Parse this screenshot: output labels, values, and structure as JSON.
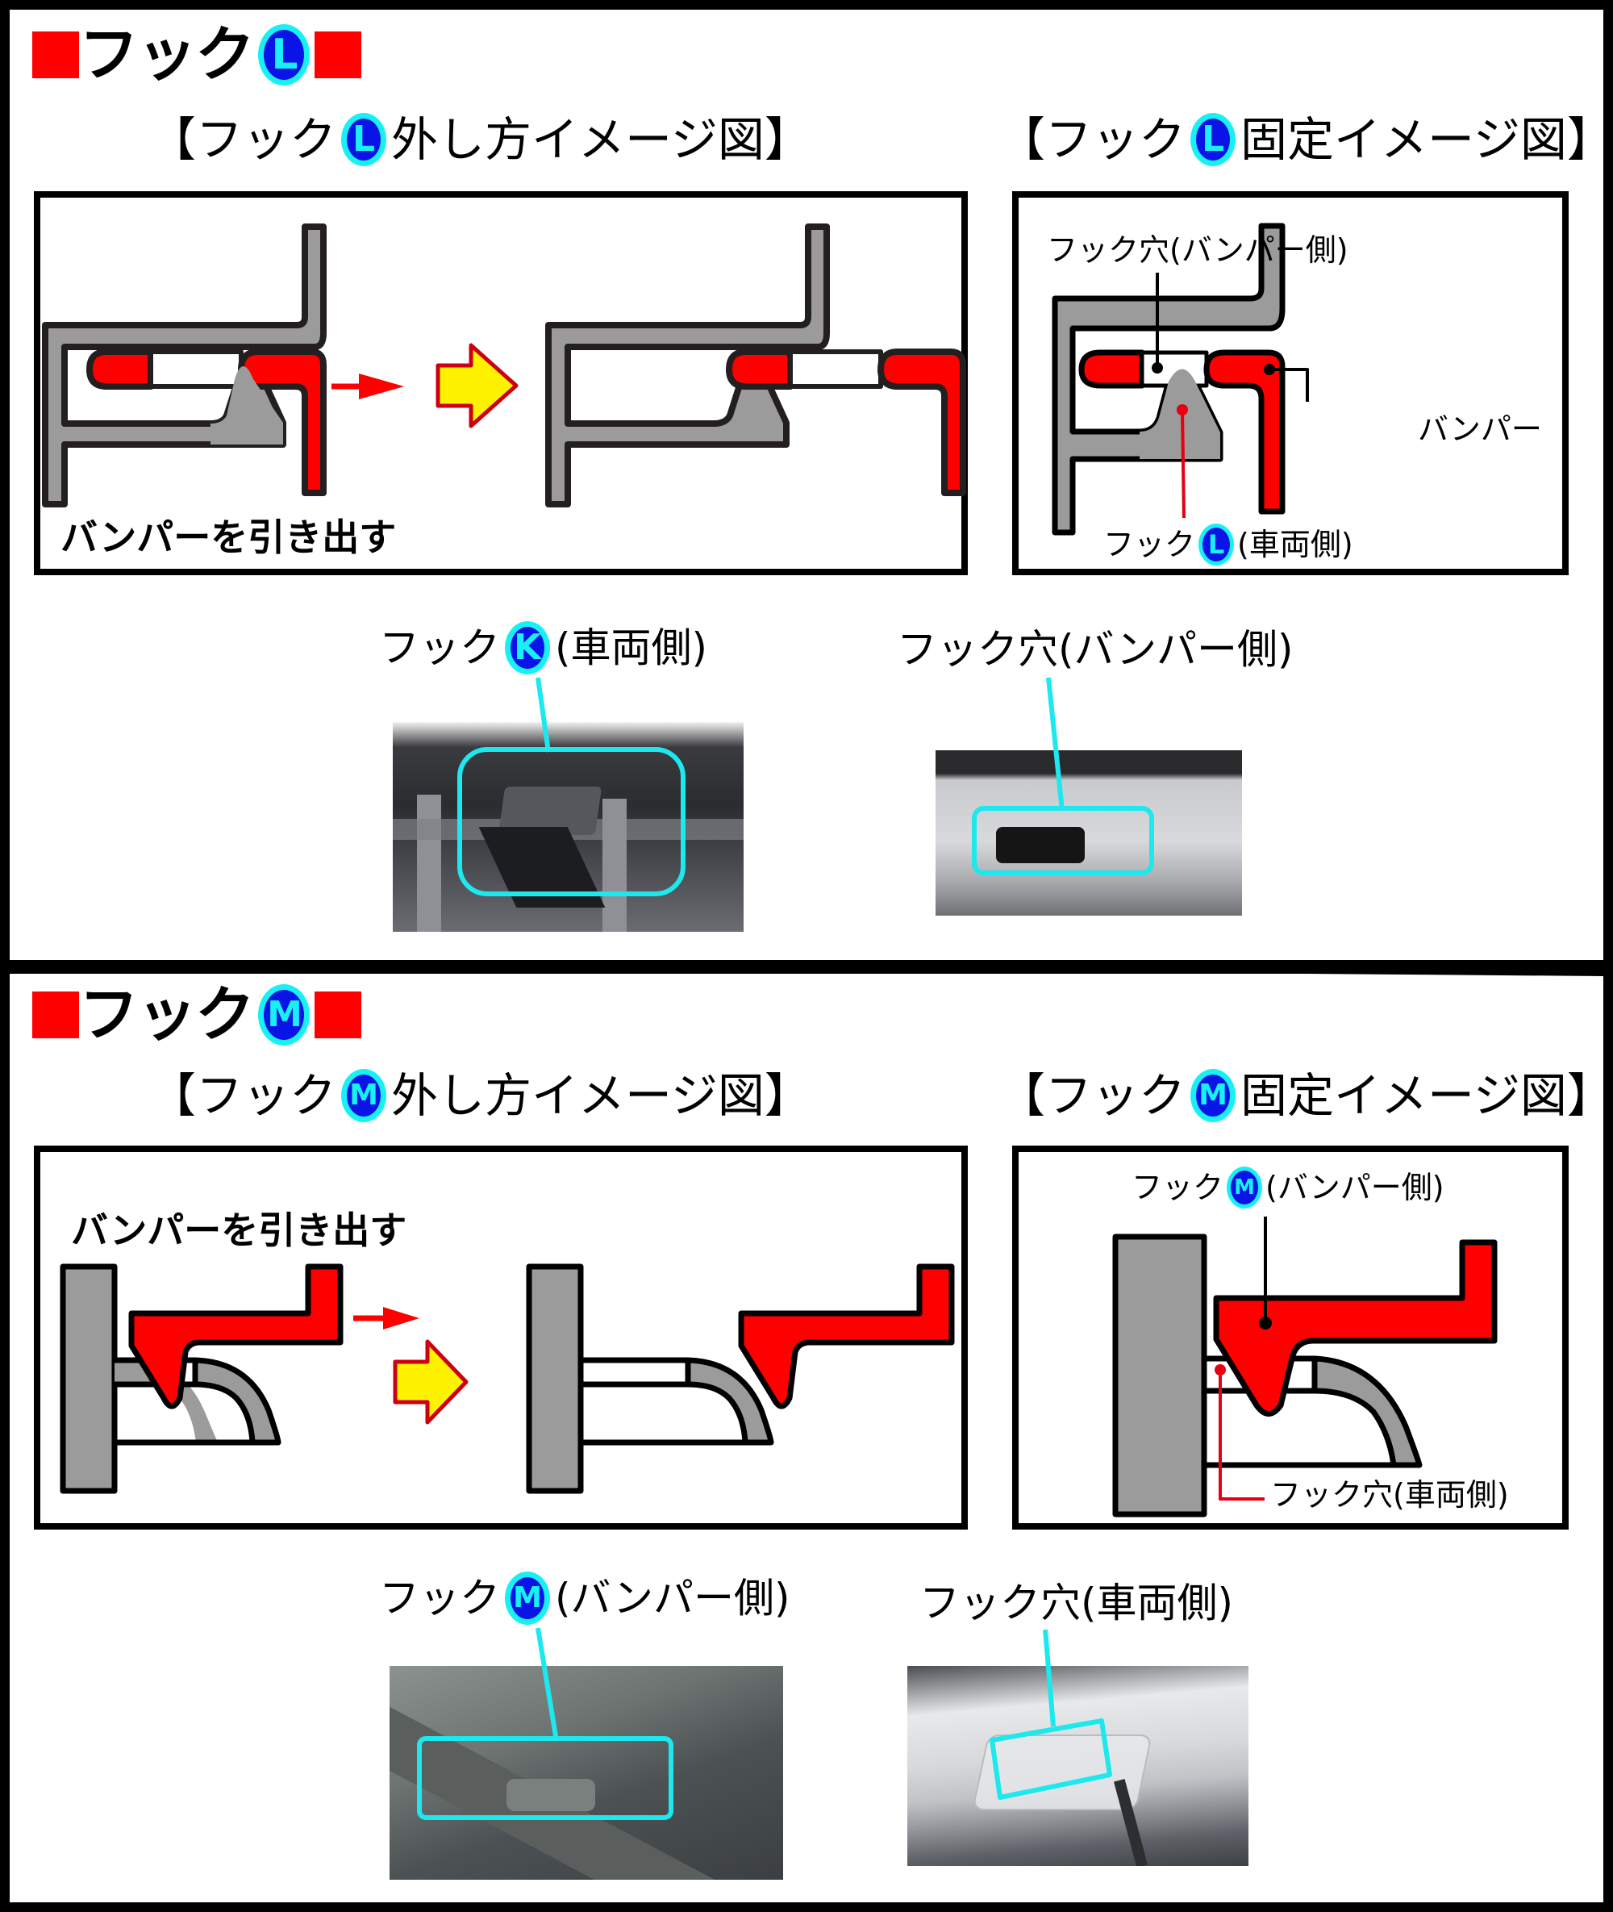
{
  "colors": {
    "red": "#ff0000",
    "gray": "#9b9b9b",
    "badge_fill": "#0a14e6",
    "badge_ring": "#19f0f5",
    "callout_cyan": "#1ce8ee",
    "arrow_yellow": "#fff200",
    "arrow_outline": "#cc0010"
  },
  "sections": [
    {
      "id": "L",
      "title_prefix": "フック",
      "badge": "L",
      "removal_subtitle": {
        "open": "【フック",
        "badge": "L",
        "rest": "外し方イメージ図】"
      },
      "fixed_subtitle": {
        "open": "【フック",
        "badge": "L",
        "rest": "固定イメージ図】"
      },
      "removal_caption": "バンパーを引き出す",
      "fixed_labels": {
        "hole": "フック穴(バンパー側)",
        "bumper": "バンパー",
        "hook_prefix": "フック",
        "hook_badge": "L",
        "hook_suffix": "(車両側)"
      },
      "photos": [
        {
          "label_prefix": "フック",
          "badge": "K",
          "label_suffix": "(車両側)",
          "alt": "photo-hook-vehicle-side"
        },
        {
          "label_prefix": "フック穴(バンパー側)",
          "badge": "",
          "label_suffix": "",
          "alt": "photo-hook-hole-bumper-side"
        }
      ]
    },
    {
      "id": "M",
      "title_prefix": "フック",
      "badge": "M",
      "removal_subtitle": {
        "open": "【フック",
        "badge": "M",
        "rest": "外し方イメージ図】"
      },
      "fixed_subtitle": {
        "open": "【フック",
        "badge": "M",
        "rest": "固定イメージ図】"
      },
      "removal_caption": "バンパーを引き出す",
      "fixed_labels": {
        "hook_prefix": "フック",
        "hook_badge": "M",
        "hook_suffix": "(バンパー側)",
        "hole": "フック穴(車両側)"
      },
      "photos": [
        {
          "label_prefix": "フック",
          "badge": "M",
          "label_suffix": "(バンパー側)",
          "alt": "photo-hook-bumper-side"
        },
        {
          "label_prefix": "フック穴(車両側)",
          "badge": "",
          "label_suffix": "",
          "alt": "photo-hook-hole-vehicle-side"
        }
      ]
    }
  ]
}
